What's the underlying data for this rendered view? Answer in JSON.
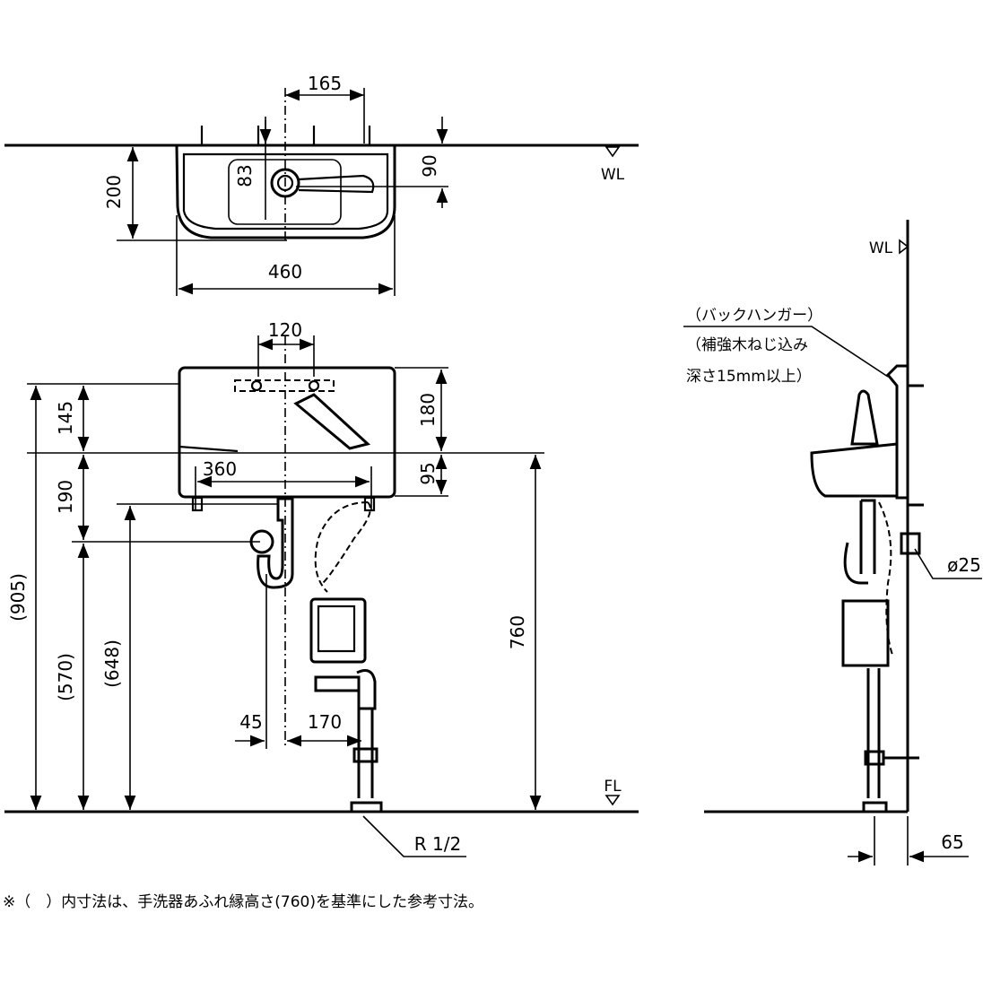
{
  "top_view": {
    "dim_faucet_spacing": "165",
    "dim_faucet_offset": "90",
    "dim_hole": "83",
    "dim_depth": "200",
    "dim_width": "460",
    "wall_line": "WL"
  },
  "front_view": {
    "dim_bracket_spacing": "120",
    "dim_body_height": "180",
    "dim_upper": "145",
    "dim_lower": "95",
    "dim_bottom_width": "360",
    "dim_trap": "190",
    "dim_total": "(905)",
    "dim_570": "(570)",
    "dim_648": "(648)",
    "dim_rim_height": "760",
    "dim_45": "45",
    "dim_170": "170",
    "floor_line": "FL",
    "pipe_size": "R 1/2"
  },
  "side_view": {
    "wall_line": "WL",
    "hanger_label": "（バックハンガー）",
    "hanger_note_1": "（補強木ねじ込み",
    "hanger_note_2": "深さ15mm以上）",
    "dim_pipe": "ø25",
    "dim_65": "65"
  },
  "footnote": "※（　）内寸法は、手洗器あふれ縁高さ(760)を基準にした参考寸法。"
}
